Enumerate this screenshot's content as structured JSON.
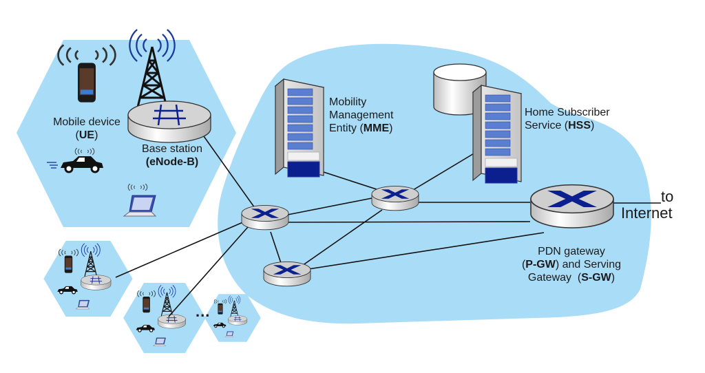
{
  "diagram": {
    "type": "LTE network architecture",
    "colors": {
      "region_fill": "#a9dcf7",
      "router_accent": "#0b1f8f",
      "server_blue": "#0b1f8f",
      "link": "#111111",
      "text": "#1a1a1a"
    },
    "nodes": {
      "ue": {
        "label_line1": "Mobile device",
        "label_line2_open": "(",
        "label_line2_bold": "UE",
        "label_line2_close": ")"
      },
      "enodeb": {
        "label_line1": "Base station",
        "label_line2": "(eNode-B)"
      },
      "mme": {
        "label_line1": "Mobility",
        "label_line2": "Management",
        "label_line3_pre": "Entity (",
        "label_line3_bold": "MME",
        "label_line3_post": ")"
      },
      "hss": {
        "label_line1": "Home Subscriber",
        "label_line2_pre": "Service (",
        "label_line2_bold": "HSS",
        "label_line2_post": ")"
      },
      "pgw": {
        "label_line1": "PDN gateway",
        "label_line2_open": "(",
        "label_line2_bold": "P-GW",
        "label_line2_post": ") and Serving",
        "label_line3_pre": "Gateway  (",
        "label_line3_bold": "S-GW",
        "label_line3_post": ")"
      },
      "internet": {
        "label_line1": "to",
        "label_line2": "Internet"
      }
    },
    "ellipsis": "...",
    "cells": [
      "large cell with UE, car, laptop and eNode-B",
      "small cell 1",
      "small cell 2",
      "small cell 3"
    ],
    "links": [
      [
        "enodeb",
        "router-a"
      ],
      [
        "cell-1-enodeb",
        "router-a"
      ],
      [
        "cell-2-enodeb",
        "router-a"
      ],
      [
        "router-a",
        "router-b"
      ],
      [
        "router-a",
        "router-c"
      ],
      [
        "router-a",
        "pgw"
      ],
      [
        "router-b",
        "mme"
      ],
      [
        "router-b",
        "hss"
      ],
      [
        "router-b",
        "pgw"
      ],
      [
        "router-b",
        "router-c"
      ],
      [
        "router-c",
        "pgw"
      ],
      [
        "pgw",
        "internet"
      ]
    ]
  }
}
